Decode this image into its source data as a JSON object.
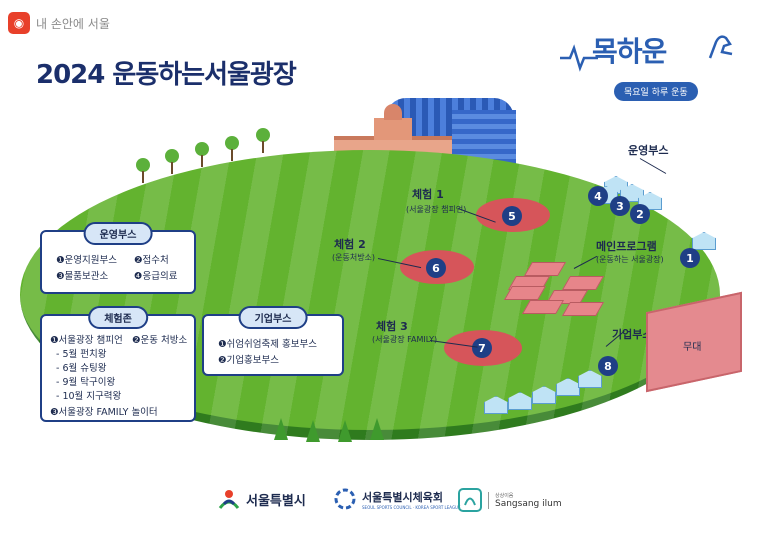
{
  "brand": {
    "text": "내 손안에 서울"
  },
  "title": "2024 운동하는서울광장",
  "logo": {
    "word": "목하운",
    "sub": "목요일 하루 운동"
  },
  "zones": [
    {
      "label": "체험 1",
      "sub": "(서울광장 챔피언)",
      "num": "5"
    },
    {
      "label": "체험 2",
      "sub": "(운동처방소)",
      "num": "6"
    },
    {
      "label": "체험 3",
      "sub": "(서울광장 FAMILY)",
      "num": "7"
    }
  ],
  "callouts": {
    "ops": "운영부스",
    "main_program": "메인프로그램",
    "main_program_sub": "(운동하는 서울광장)",
    "corp": "기업부스",
    "stage": "무대"
  },
  "booth_numbers": [
    "1",
    "2",
    "3",
    "4",
    "8"
  ],
  "box_ops": {
    "head": "운영부스",
    "items": [
      "❶운영지원부스",
      "❷접수처",
      "❸물품보관소",
      "❹응급의료"
    ]
  },
  "box_exp": {
    "head": "체험존",
    "items": [
      "❶서울광장 챔피언",
      "❷운동 처방소",
      "- 5월  펀치왕",
      "- 6월  슈팅왕",
      "- 9월  탁구이왕",
      "- 10월 지구력왕",
      "❸서울광장 FAMILY 놀이터"
    ]
  },
  "box_corp": {
    "head": "기업부스",
    "items": [
      "❶쉬엄쉬엄축제 홍보부스",
      "❷기업홍보부스"
    ]
  },
  "footer": {
    "seoul": "서울특별시",
    "sports": "서울특별시체육회",
    "sports_sub": "SEOUL SPORTS COUNCIL · KOREA SPORT LEAGUE",
    "sangsang_top": "상상이음",
    "sangsang": "Sangsang ilum"
  },
  "colors": {
    "grass": "#63b32f",
    "zone": "#d6555a",
    "navy": "#1f3f86",
    "accent": "#2b5fb2"
  }
}
